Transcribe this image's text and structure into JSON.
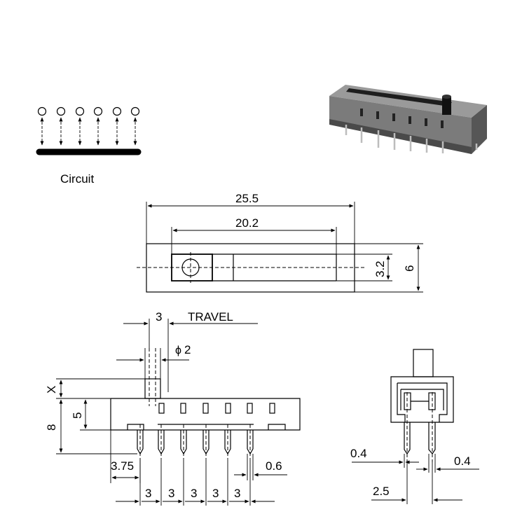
{
  "circuit": {
    "label": "Circuit"
  },
  "top_view": {
    "overall_length": "25.5",
    "pin_span": "20.2",
    "inner_height": "3.2",
    "overall_height": "6"
  },
  "front_view": {
    "travel_value": "3",
    "travel_label": "TRAVEL",
    "actuator_diameter": "2",
    "diameter_symbol": "ϕ",
    "actuator_height": "X",
    "body_height": "5",
    "total_height": "8",
    "edge_offset": "3.75",
    "pin_width": "0.6",
    "pin_pitch": [
      "3",
      "3",
      "3",
      "3",
      "3"
    ]
  },
  "side_view": {
    "pin_thickness_left": "0.4",
    "pin_thickness_right": "0.4",
    "row_spacing": "2.5"
  }
}
